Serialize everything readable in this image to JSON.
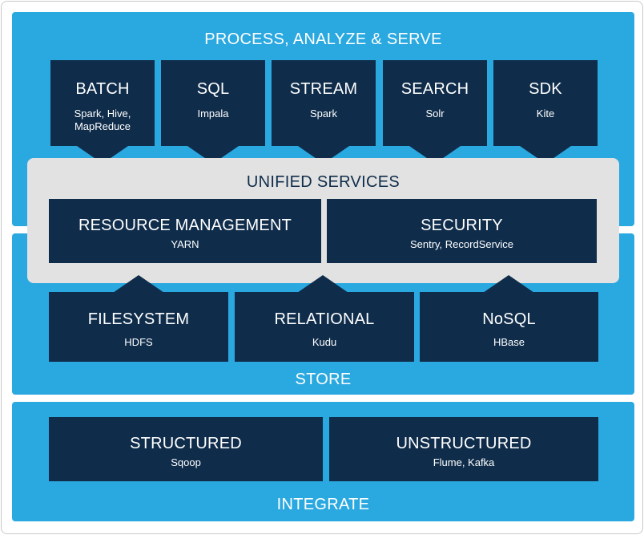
{
  "process": {
    "title": "PROCESS, ANALYZE & SERVE",
    "tiles": [
      {
        "title": "BATCH",
        "sub1": "Spark, Hive,",
        "sub2": "MapReduce"
      },
      {
        "title": "SQL",
        "sub1": "Impala",
        "sub2": ""
      },
      {
        "title": "STREAM",
        "sub1": "Spark",
        "sub2": ""
      },
      {
        "title": "SEARCH",
        "sub1": "Solr",
        "sub2": ""
      },
      {
        "title": "SDK",
        "sub1": "Kite",
        "sub2": ""
      }
    ]
  },
  "unified": {
    "title": "UNIFIED SERVICES",
    "tiles": [
      {
        "title": "RESOURCE MANAGEMENT",
        "sub": "YARN"
      },
      {
        "title": "SECURITY",
        "sub": "Sentry, RecordService"
      }
    ]
  },
  "store": {
    "title": "STORE",
    "tiles": [
      {
        "title": "FILESYSTEM",
        "sub": "HDFS"
      },
      {
        "title": "RELATIONAL",
        "sub": "Kudu"
      },
      {
        "title": "NoSQL",
        "sub": "HBase"
      }
    ]
  },
  "integrate": {
    "title": "INTEGRATE",
    "tiles": [
      {
        "title": "STRUCTURED",
        "sub": "Sqoop"
      },
      {
        "title": "UNSTRUCTURED",
        "sub": "Flume, Kafka"
      }
    ]
  },
  "colors": {
    "band": "#2aa8e0",
    "tile": "#0f2d4b",
    "unified_bg": "#e2e2e2",
    "text_light": "#ffffff"
  }
}
